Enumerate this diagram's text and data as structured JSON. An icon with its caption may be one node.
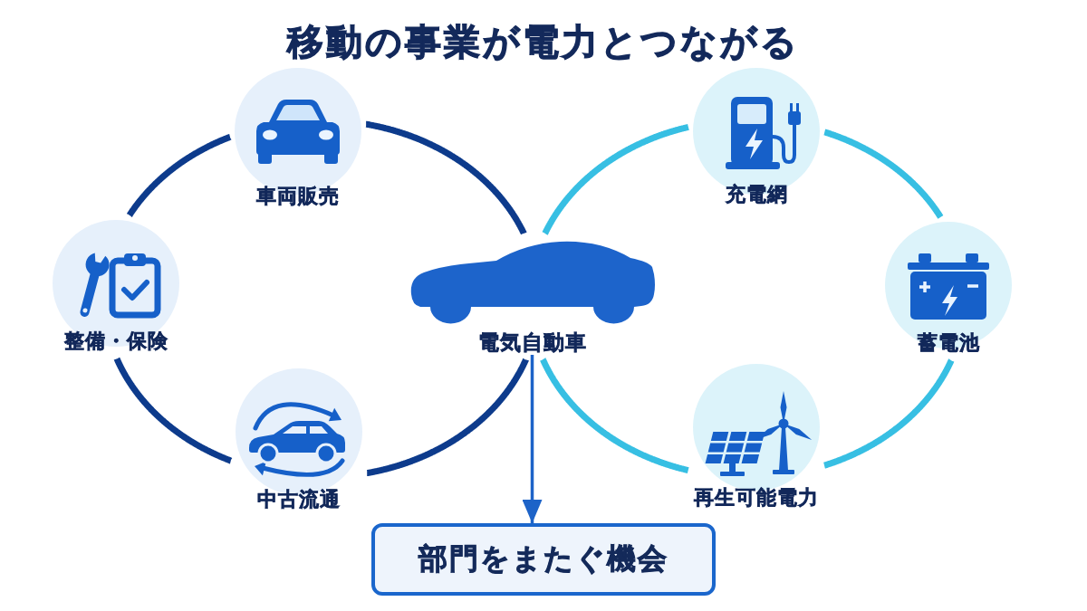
{
  "diagram": {
    "title": "移動の事業が電力とつながる",
    "nodes": [
      {
        "text": [
          "車両販売"
        ]
      },
      {
        "text": [
          "充電網"
        ]
      },
      {
        "text": [
          "整備・保険"
        ]
      },
      {
        "text": [
          "電気自動車"
        ]
      },
      {
        "text": [
          "蓄電池"
        ]
      },
      {
        "text": [
          "中古流通"
        ]
      },
      {
        "text": [
          "再生可能電力"
        ]
      },
      {
        "text": [
          "部門をまたぐ機会"
        ]
      }
    ],
    "edges": [
      {
        "from": 0,
        "to": 2,
        "arrow": "none",
        "color": "#0d3b8c"
      },
      {
        "from": 2,
        "to": 5,
        "arrow": "none",
        "color": "#0d3b8c"
      },
      {
        "from": 5,
        "to": 3,
        "arrow": "none",
        "color": "#0d3b8c"
      },
      {
        "from": 3,
        "to": 0,
        "arrow": "none",
        "color": "#0d3b8c"
      },
      {
        "from": 3,
        "to": 1,
        "arrow": "none",
        "color": "#37bfe3"
      },
      {
        "from": 1,
        "to": 4,
        "arrow": "none",
        "color": "#37bfe3"
      },
      {
        "from": 4,
        "to": 6,
        "arrow": "none",
        "color": "#37bfe3"
      },
      {
        "from": 6,
        "to": 3,
        "arrow": "none",
        "color": "#37bfe3"
      },
      {
        "from": 3,
        "to": 7,
        "arrow": "to",
        "color": "#1d63c8"
      }
    ]
  }
}
